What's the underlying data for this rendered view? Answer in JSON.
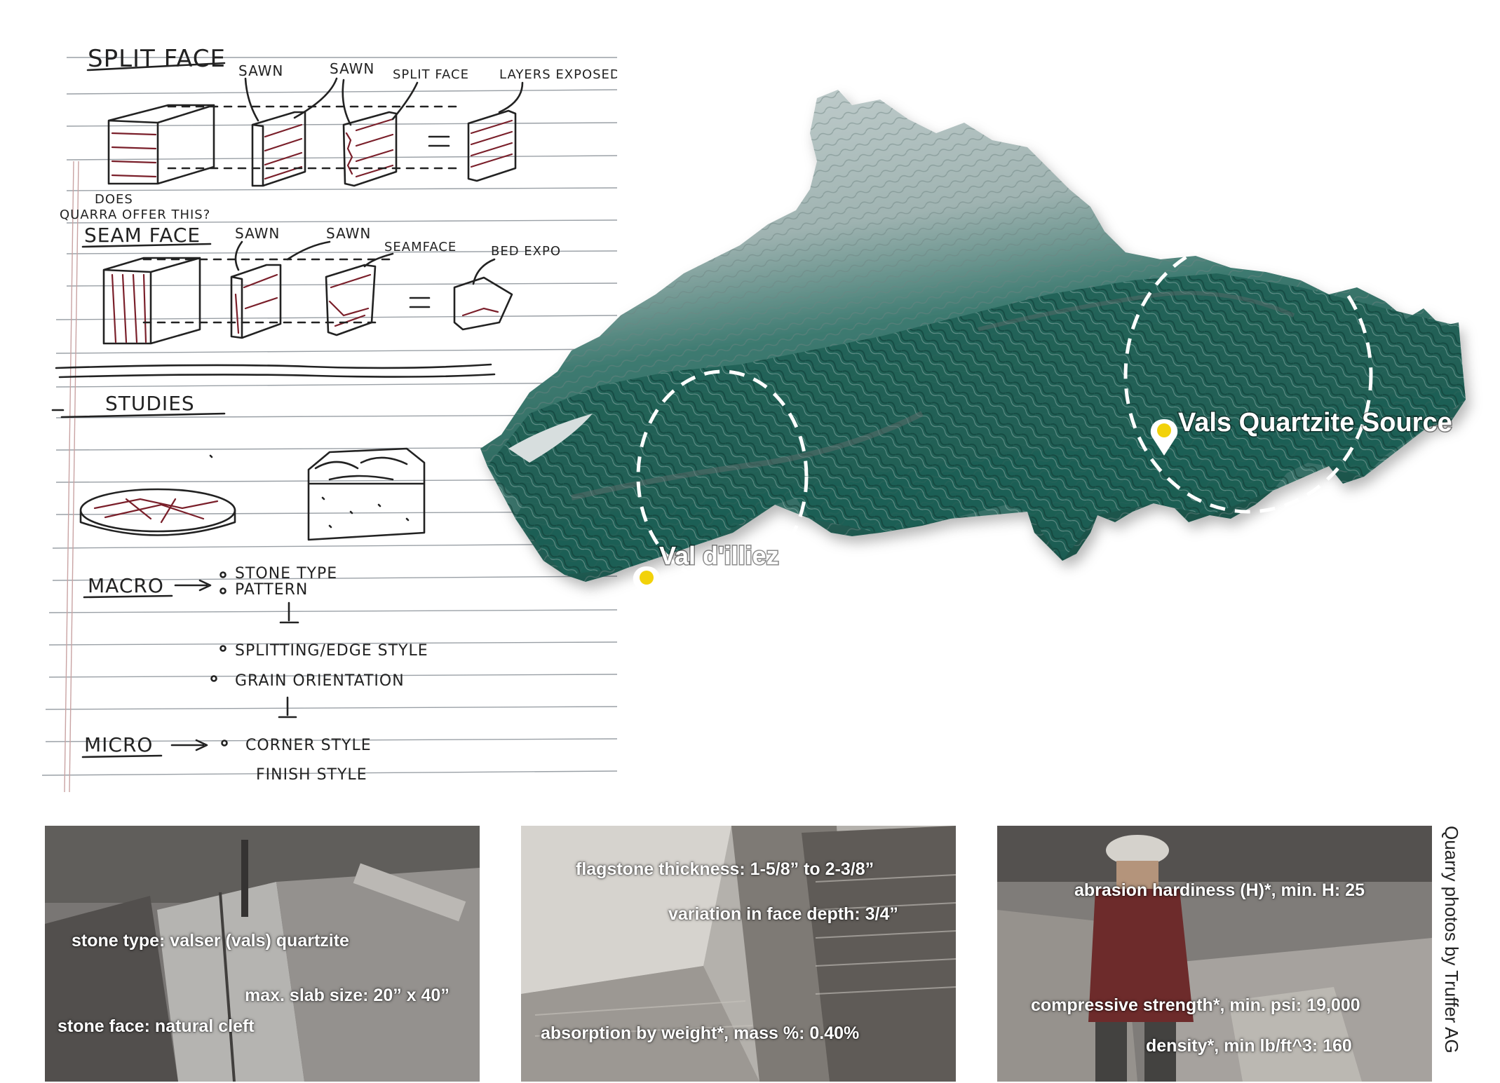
{
  "sketch": {
    "heading_split": "SPLIT FACE",
    "label_sawn_1": "SAWN",
    "label_sawn_2": "SAWN",
    "label_split_face": "SPLIT FACE",
    "label_layers_exposed": "LAYERS EXPOSED",
    "question_1": "DOES",
    "question_2": "QUARRA OFFER THIS?",
    "heading_seam": "SEAM FACE",
    "label_sawn_3": "SAWN",
    "label_sawn_4": "SAWN",
    "label_seam_face": "SEAMFACE",
    "label_bed_expo": "BED EXPO",
    "heading_studies": "STUDIES",
    "macro_label": "MACRO",
    "macro_item_1": "STONE TYPE",
    "macro_item_2": "PATTERN",
    "mid_item_1": "SPLITTING/EDGE STYLE",
    "mid_item_2": "GRAIN ORIENTATION",
    "micro_label": "MICRO",
    "micro_item_1": "CORNER STYLE",
    "micro_item_2": "FINISH STYLE"
  },
  "map": {
    "label_vals": "Vals Quartzite Source",
    "label_illiez": "Val d'illiez",
    "pin_color": "#f2d20a",
    "terrain_color": "#1f5f55"
  },
  "photos": [
    {
      "captions": [
        "stone type: valser (vals) quartzite",
        "max. slab size: 20” x 40”",
        "stone face: natural cleft"
      ]
    },
    {
      "captions": [
        "flagstone thickness: 1-5/8” to 2-3/8”",
        "variation in face depth: 3/4”",
        "absorption by weight*, mass %: 0.40%"
      ]
    },
    {
      "captions": [
        "abrasion hardiness (H)*, min. H: 25",
        "compressive strength*, min. psi: 19,000",
        "density*, min lb/ft^3: 160"
      ]
    }
  ],
  "credit": "Quarry photos by Truffer AG"
}
